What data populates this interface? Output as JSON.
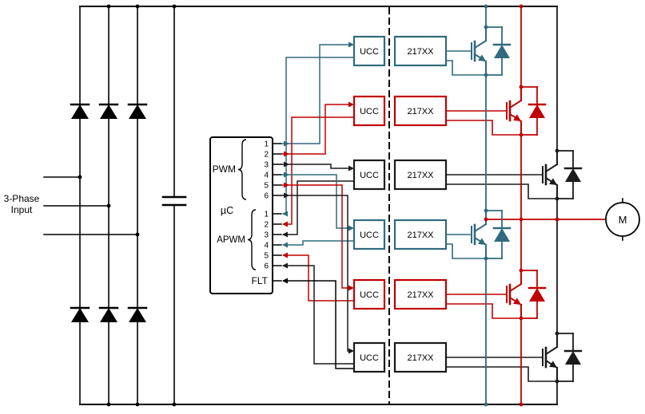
{
  "diagram": {
    "input_label_line1": "3-Phase",
    "input_label_line2": "Input",
    "motor_label": "M",
    "mcu": {
      "label": "µC",
      "pwm_group_label": "PWM",
      "apwm_group_label": "APWM",
      "fault_label": "FLT",
      "pwm_pins": [
        "1",
        "2",
        "3",
        "4",
        "5",
        "6"
      ],
      "apwm_pins": [
        "1",
        "2",
        "3",
        "4",
        "5",
        "6"
      ]
    },
    "gate_drivers": [
      {
        "left_label": "UCC",
        "right_label": "217XX"
      },
      {
        "left_label": "UCC",
        "right_label": "217XX"
      },
      {
        "left_label": "UCC",
        "right_label": "217XX"
      },
      {
        "left_label": "UCC",
        "right_label": "217XX"
      },
      {
        "left_label": "UCC",
        "right_label": "217XX"
      },
      {
        "left_label": "UCC",
        "right_label": "217XX"
      }
    ],
    "colors": {
      "phase_a": "#2F6B7C",
      "phase_b": "#C00000",
      "phase_c": "#1A1A1A",
      "wire": "#000000",
      "background": "#FFFFFF"
    }
  }
}
